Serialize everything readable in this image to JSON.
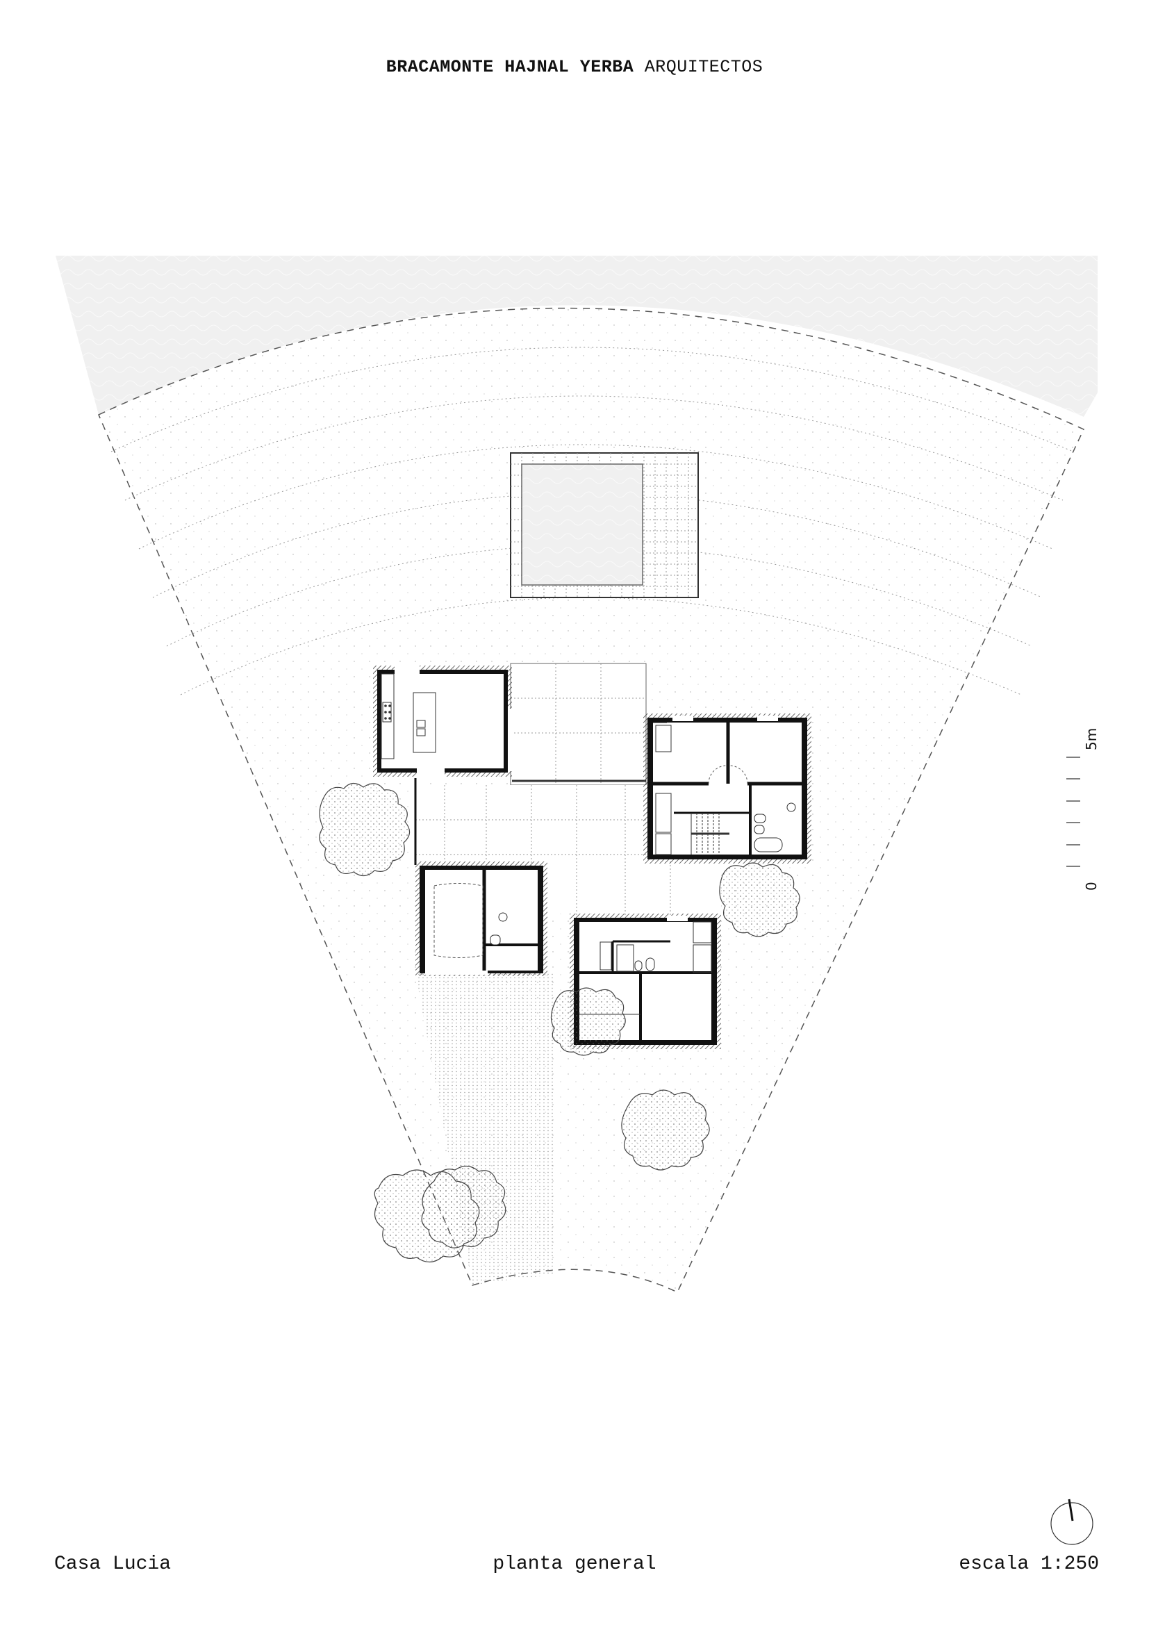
{
  "header": {
    "firm_bold": "BRACAMONTE HAJNAL YERBA",
    "firm_regular": "ARQUITECTOS"
  },
  "footer": {
    "project": "Casa Lucia",
    "drawing": "planta general",
    "scale": "escala 1:250"
  },
  "scale_bar": {
    "top_label": "5m",
    "bottom_label": "0",
    "ticks": 6
  },
  "north_arrow": {
    "icon": "north-arrow-icon"
  },
  "colors": {
    "ink": "#111111",
    "water_area": "#f0f0f0",
    "hatch": "#555555",
    "linework": "#333333"
  },
  "plan_elements": {
    "site": "fan-shaped lot",
    "pool": "pool with deck grid",
    "rooms": [
      "kitchen",
      "covered patio",
      "living hall",
      "bedrooms",
      "bathroom",
      "stair",
      "garage",
      "toilet",
      "bathroom 2",
      "bedroom 3"
    ],
    "trees": 6
  }
}
